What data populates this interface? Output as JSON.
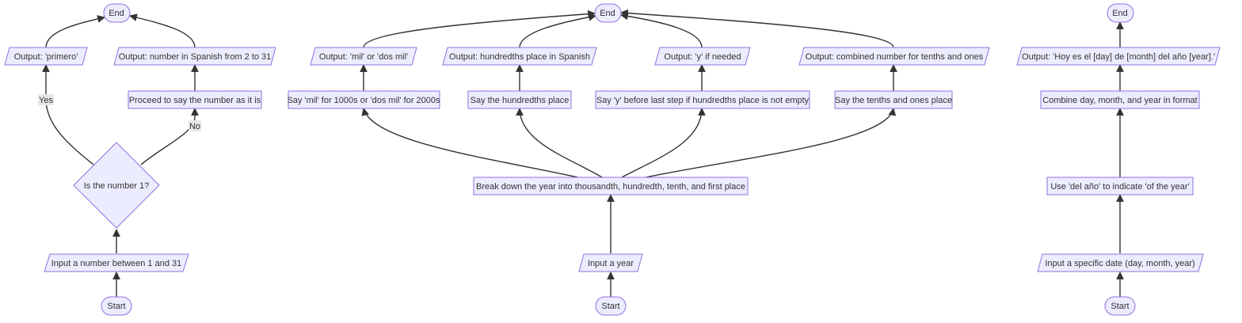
{
  "diagram": {
    "flow1": {
      "start": "Start",
      "input": "Input a number between 1 and 31",
      "decision": "Is the number 1?",
      "yes_label": "Yes",
      "no_label": "No",
      "output_first": "Output: 'primero'",
      "proceed": "Proceed to say the number as it is",
      "output_number": "Output: number in Spanish from 2 to 31",
      "end": "End"
    },
    "flow2": {
      "start": "Start",
      "input": "Input a year",
      "breakdown": "Break down the year into thousandth, hundredth, tenth, and first place",
      "say_mil": "Say 'mil' for 1000s or 'dos mil' for 2000s",
      "say_hundredths": "Say the hundredths place",
      "say_y": "Say 'y' before last step if hundredths place is not empty",
      "say_tenths": "Say the tenths and ones place",
      "out_mil": "Output: 'mil' or 'dos mil'",
      "out_hundredths": "Output: hundredths place in Spanish",
      "out_y": "Output: 'y' if needed",
      "out_combined": "Output: combined number for tenths and ones",
      "end": "End"
    },
    "flow3": {
      "start": "Start",
      "input": "Input a specific date (day, month, year)",
      "use_del": "Use 'del año' to indicate 'of the year'",
      "combine": "Combine day, month, and year in format",
      "output": "Output: 'Hoy es el [day] de [month] del año [year].'",
      "end": "End"
    }
  }
}
